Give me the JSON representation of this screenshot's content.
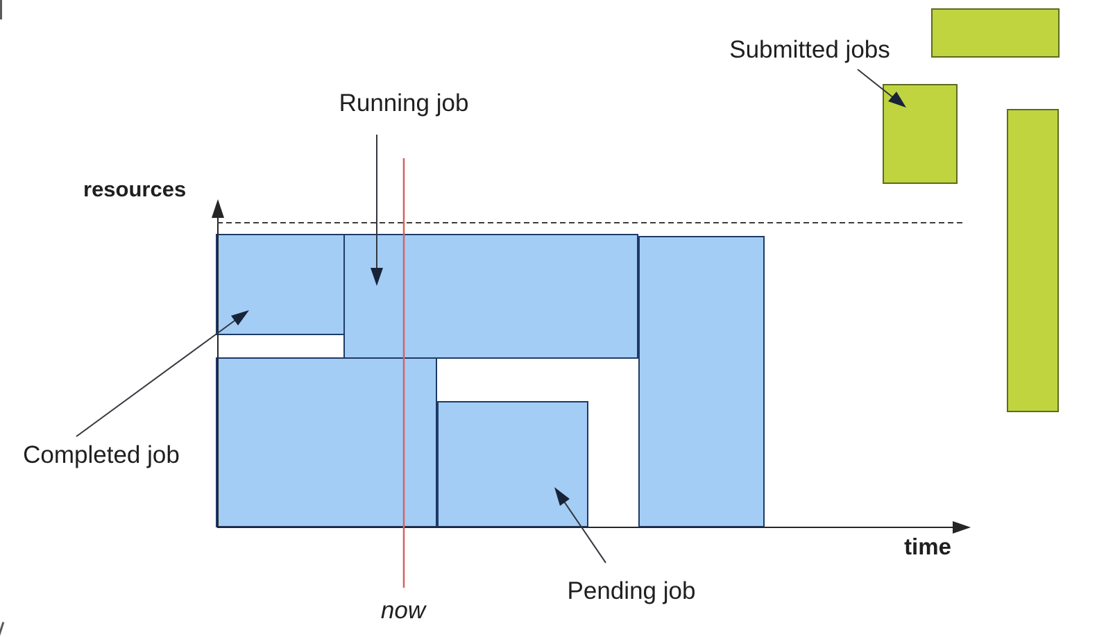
{
  "colors": {
    "text": "#1f1f1f",
    "axis": "#262626",
    "capacity_line": "#3c3c3c",
    "now_line": "#d96060",
    "scheduled_fill": "#a3cdf5",
    "scheduled_border": "#1e3a66",
    "submitted_fill": "#c0d440",
    "submitted_border": "#5d6b1d",
    "arrow": "#18233a"
  },
  "diagram": {
    "y_axis_label": "resources",
    "x_axis_label": "time",
    "now_label": "now",
    "annotations": {
      "running": "Running job",
      "completed": "Completed job",
      "pending": "Pending job",
      "submitted": "Submitted jobs"
    },
    "counts": {
      "scheduled_blue_jobs": 5,
      "submitted_green_jobs": 3
    }
  }
}
